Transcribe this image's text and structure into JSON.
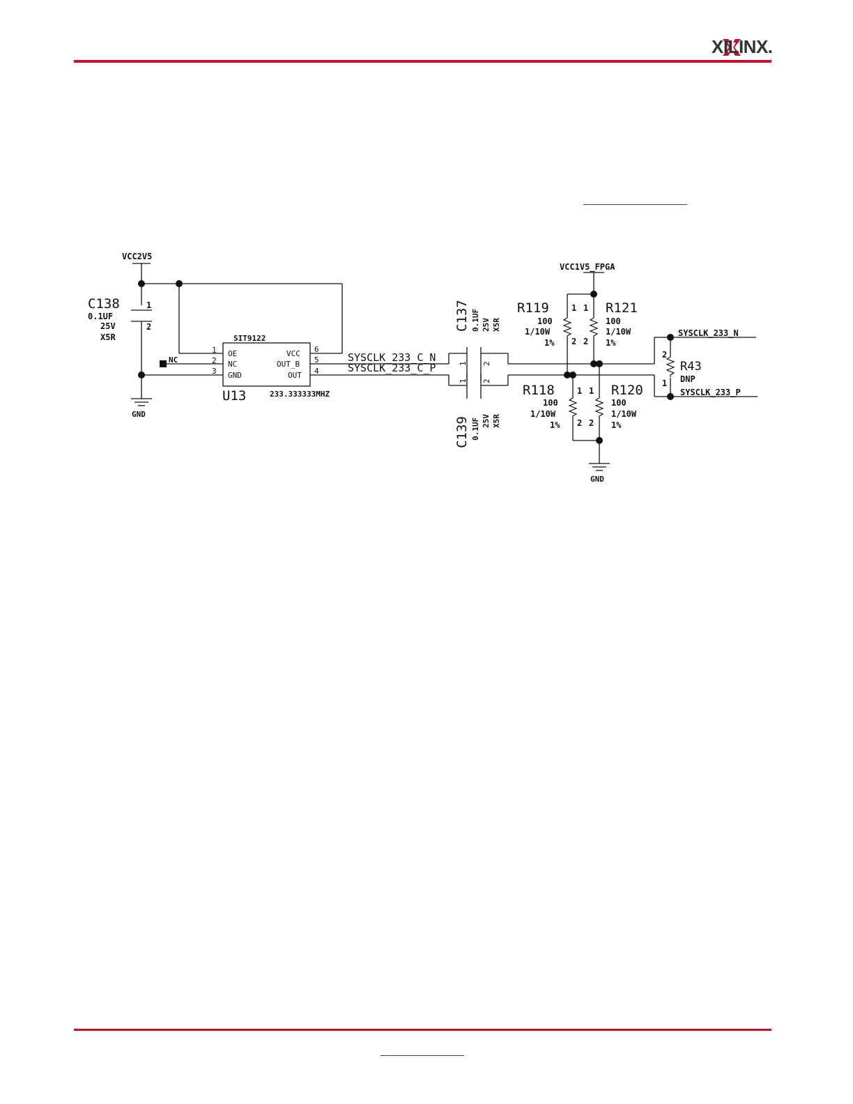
{
  "header": {
    "logo_text": "XILINX."
  },
  "schematic": {
    "power_2v5": "VCC2V5",
    "power_1v5": "VCC1V5_FPGA",
    "gnd": "GND",
    "c138": {
      "ref": "C138",
      "value": "0.1UF",
      "volt": "25V",
      "diel": "X5R",
      "p1": "1",
      "p2": "2"
    },
    "c137": {
      "ref": "C137",
      "value": "0.1UF",
      "volt": "25V",
      "diel": "X5R",
      "p1": "1",
      "p2": "2"
    },
    "c139": {
      "ref": "C139",
      "value": "0.1UF",
      "volt": "25V",
      "diel": "X5R",
      "p1": "1",
      "p2": "2"
    },
    "u13": {
      "part": "SIT9122",
      "ref": "U13",
      "freq": "233.333333MHZ",
      "pins_left": [
        {
          "num": "1",
          "name": "OE"
        },
        {
          "num": "2",
          "name": "NC"
        },
        {
          "num": "3",
          "name": "GND"
        }
      ],
      "pins_right": [
        {
          "num": "6",
          "name": "VCC"
        },
        {
          "num": "5",
          "name": "OUT_B"
        },
        {
          "num": "4",
          "name": "OUT"
        }
      ]
    },
    "nc_label": "NC",
    "net_n_c": "SYSCLK_233_C_N",
    "net_p_c": "SYSCLK_233_C_P",
    "net_n": "SYSCLK_233_N",
    "net_p": "SYSCLK_233_P",
    "r119": {
      "ref": "R119",
      "value": "100",
      "power": "1/10W",
      "tol": "1%",
      "p1": "1",
      "p2": "2"
    },
    "r121": {
      "ref": "R121",
      "value": "100",
      "power": "1/10W",
      "tol": "1%",
      "p1": "1",
      "p2": "2"
    },
    "r118": {
      "ref": "R118",
      "value": "100",
      "power": "1/10W",
      "tol": "1%",
      "p1": "1",
      "p2": "2"
    },
    "r120": {
      "ref": "R120",
      "value": "100",
      "power": "1/10W",
      "tol": "1%",
      "p1": "1",
      "p2": "2"
    },
    "r43": {
      "ref": "R43",
      "value": "DNP",
      "p1": "1",
      "p2": "2"
    }
  }
}
